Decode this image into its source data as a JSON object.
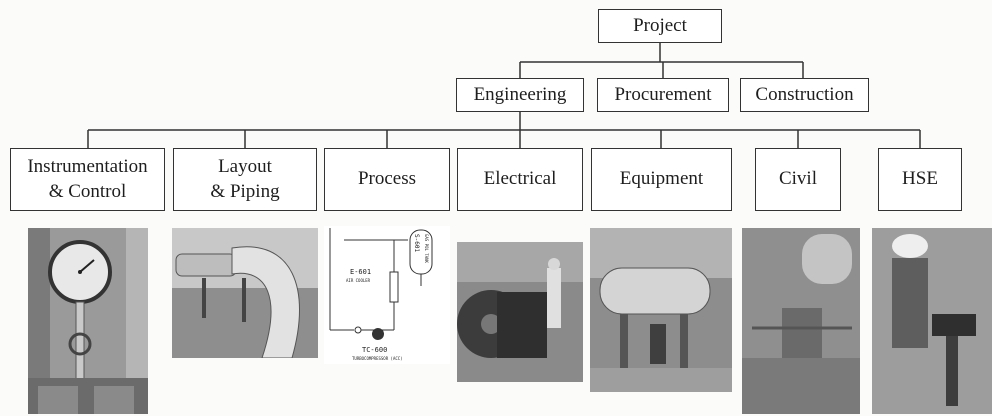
{
  "root": {
    "label": "Project"
  },
  "phases": [
    {
      "id": "engineering",
      "label": "Engineering"
    },
    {
      "id": "procurement",
      "label": "Procurement"
    },
    {
      "id": "construction",
      "label": "Construction"
    }
  ],
  "disciplines": [
    {
      "id": "instrumentation",
      "label": "Instrumentation\n& Control"
    },
    {
      "id": "layout",
      "label": "Layout\n& Piping"
    },
    {
      "id": "process",
      "label": "Process"
    },
    {
      "id": "electrical",
      "label": "Electrical"
    },
    {
      "id": "equipment",
      "label": "Equipment"
    },
    {
      "id": "civil",
      "label": "Civil"
    },
    {
      "id": "hse",
      "label": "HSE"
    }
  ],
  "process_diagram": {
    "cooler_tag": "E-601",
    "cooler_name": "AIR COOLER",
    "vessel_tag": "S-601",
    "vessel_name": "GAS POL TANK",
    "compressor_tag": "TC-600",
    "compressor_name": "TURBOCOMPRESSOR (ACC)"
  },
  "colors": {
    "line": "#333333",
    "box_border": "#333333",
    "photo_dark": "#5a5a5a"
  },
  "photos": [
    {
      "id": "instrumentation",
      "subject": "pressure gauge on pipe"
    },
    {
      "id": "layout",
      "subject": "large bent pipe at plant"
    },
    {
      "id": "process",
      "subject": "process flow schematic"
    },
    {
      "id": "electrical",
      "subject": "cable drum with workers"
    },
    {
      "id": "equipment",
      "subject": "horizontal vessel on skid"
    },
    {
      "id": "civil",
      "subject": "concrete pouring at foundation"
    },
    {
      "id": "hse",
      "subject": "worker in hard hat"
    }
  ]
}
